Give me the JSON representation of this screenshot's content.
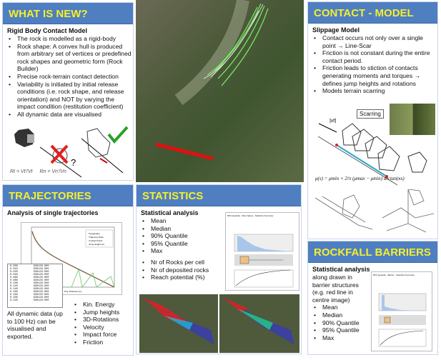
{
  "whats_new": {
    "title": "WHAT IS NEW?",
    "subtitle": "Rigid Body Contact Model",
    "bullets": [
      "The rock is modelled as a rigid-body",
      "Rock shape: A convex hull is produced from arbitrary set of vertices or predefined rock shapes and geometric form (Rock Builder)",
      "Precise rock-terrain contact detection",
      "Variability is initiated by initial release conditions (i.e. rock shape, and release orientation) and NOT by varying the impact condition (restitution coefficient)",
      "All dynamic data are visualised"
    ],
    "formula_rt": "Rt = Vt'/Vt",
    "formula_rn": "Rn = Vn'/Vn",
    "question": "?"
  },
  "contact": {
    "title": "CONTACT - MODEL",
    "subtitle": "Slippage Model",
    "bullets": [
      "Contact occurs not only over a single point → Line-Scar",
      "Friction is not constant during the entire contact period.",
      "Friction leads to stiction of contacts generating moments and torques → defines jump heights and rotations",
      "Models terrain scarring"
    ],
    "scarring_label": "Scarring",
    "velocity_label": "|vt|",
    "formula": "μ(s) = μmin + 2/π (μmax − μmin) arctan(κs)"
  },
  "trajectories": {
    "title": "TRAJECTORIES",
    "subtitle": "Analysis of single trajectories",
    "legend": [
      "Topography",
      "Trajectory Data",
      "Contact Points",
      "Jump Height (m)"
    ],
    "xlabel": "Proj. Distance (m)",
    "table_values": [
      "0.000",
      "0.010",
      "0.020",
      "0.040",
      "0.060",
      "0.080",
      "0.100",
      "0.120",
      "0.140",
      "0.160",
      "0.180",
      "0.200",
      "0.220"
    ],
    "table_col2": "630126.000",
    "note": "All dynamic data (up to 100 Hz) can be visualised and exported.",
    "bullets": [
      "Kin. Energy",
      "Jump heights",
      "3D-Rotations",
      "Velocity",
      "Impact force",
      "Friction"
    ]
  },
  "statistics": {
    "title": "STATISTICS",
    "subtitle": "Statistical analysis",
    "bullets1": [
      "Mean",
      "Median",
      "90% Quantile",
      "95% Quantile",
      "Max"
    ],
    "bullets2": [
      "Nr of Rocks per cell",
      "Nr of deposited rocks",
      "Reach potential (%)"
    ],
    "chart_title": "90% Quantile - Max Values - Statistics Summary"
  },
  "barriers": {
    "title": "ROCKFALL BARRIERS",
    "subtitle": "Statistical analysis",
    "text": "along drawn in barrier structures (e.g. red line in centre image)",
    "bullets": [
      "Mean",
      "Median",
      "90% Quantile",
      "95% Quantile",
      "Max"
    ],
    "chart_title": "90% Quantile - Barrier - Statistics Summary"
  },
  "colors": {
    "header": "#4f7fc1",
    "header_text": "#f6ef2a"
  }
}
